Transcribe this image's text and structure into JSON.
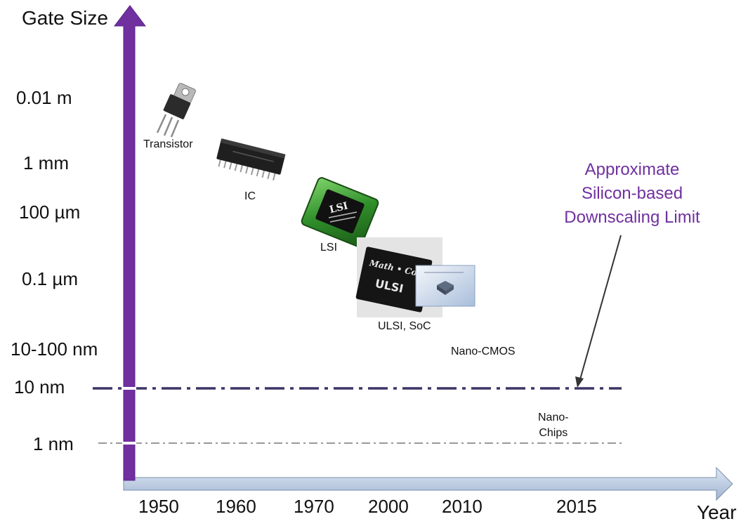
{
  "axes": {
    "y_title": "Gate Size",
    "x_title": "Year",
    "y_labels": [
      "0.01  m",
      "1  mm",
      "100  µm",
      "0.1  µm",
      "10-100  nm",
      "10 nm",
      "1 nm"
    ],
    "x_labels": [
      "1950",
      "1960",
      "1970",
      "2000",
      "2010",
      "2015"
    ],
    "y_axis_color": "#7030a0",
    "x_axis_color": "#b4c7e7"
  },
  "devices": [
    {
      "label": "Transistor",
      "icon": "transistor-icon"
    },
    {
      "label": "IC",
      "icon": "dip-chip-icon"
    },
    {
      "label": "LSI",
      "icon": "lsi-chip-icon"
    },
    {
      "label": "ULSI, SoC",
      "icon": "ulsi-chip-icon"
    }
  ],
  "chip_markings": {
    "lsi": "LSI",
    "ulsi_brand": "Math • Co",
    "ulsi_mark": "ULSI"
  },
  "eras": {
    "nano_cmos": "Nano-CMOS",
    "nano_chips_line1": "Nano-",
    "nano_chips_line2": "Chips"
  },
  "limit_note": {
    "line1": "Approximate",
    "line2": "Silicon-based",
    "line3": "Downscaling Limit",
    "color": "#7030a0"
  },
  "colors": {
    "limit_line": "#3d3566",
    "nm_line": "#999999"
  }
}
